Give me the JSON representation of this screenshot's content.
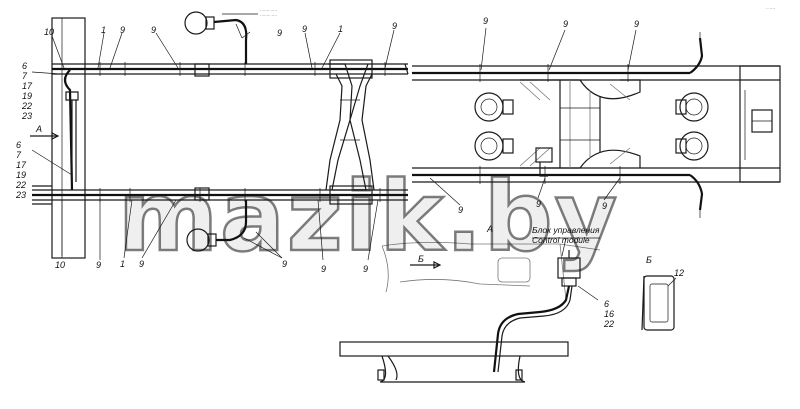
{
  "callouts": {
    "c1": "10",
    "c2": "1",
    "c3": "9",
    "c4": "9",
    "c5": "9",
    "c6": "9",
    "c7": "1",
    "c8": "9",
    "c9": "6",
    "c10": "7",
    "c11": "17",
    "c12": "19",
    "c13": "22",
    "c14": "23",
    "c15": "6",
    "c16": "7",
    "c17": "17",
    "c18": "19",
    "c19": "22",
    "c20": "23",
    "c21": "10",
    "c22": "9",
    "c23": "1",
    "c24": "9",
    "c25": "9",
    "c26": "9",
    "c27": "9",
    "c28": "9",
    "c29": "9",
    "c30": "9",
    "c31": "9",
    "c32": "9",
    "c33": "9",
    "c34": "6",
    "c35": "16",
    "c36": "22",
    "c37": "12"
  },
  "view_labels": {
    "a_arrow": "A",
    "a_view": "A",
    "b_arrow": "Б",
    "b_view": "Б"
  },
  "control_module": {
    "ru": "Блок управления",
    "en": "Control module"
  },
  "watermark": "mazik.by"
}
